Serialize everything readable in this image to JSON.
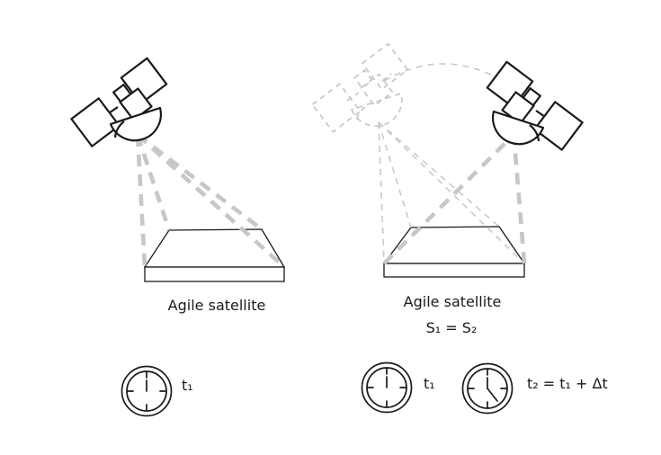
{
  "title": "Agile satellite imaging time diagram",
  "colors": {
    "background": "#ffffff",
    "line": "#1a1a1a",
    "beam": "#c7c7c7",
    "ghost": "#c9c9c9",
    "text": "#1a1a1a"
  },
  "icons": {
    "satellite-icon": "svg satellite with two solar panels and downward dish dome",
    "ghost-satellite-icon": "dashed gray outline of satellite (previous position)",
    "clock-icon": "double-ring analog clock with 12/3/6/9 ticks",
    "trajectory-arc": "dashed arc from old to new satellite position",
    "beam-arrowhead": "gray triangle pointing at new satellite position",
    "ground-swath": "flat slab (imaged ground area)"
  },
  "panels": {
    "left": {
      "ground_label": "Agile satellite",
      "clock_time": "t₁"
    },
    "right": {
      "ground_label": "Agile satellite",
      "swath_equation": "S₁ = S₂",
      "clock_time_1": "t₁",
      "clock_time_2": "t₂ = t₁ + Δt"
    }
  }
}
